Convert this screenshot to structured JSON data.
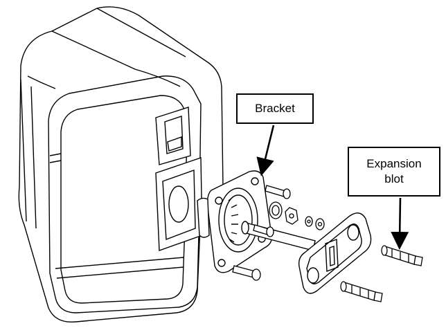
{
  "labels": {
    "bracket": "Bracket",
    "expansion_line1": "Expansion",
    "expansion_line2": "blot"
  }
}
